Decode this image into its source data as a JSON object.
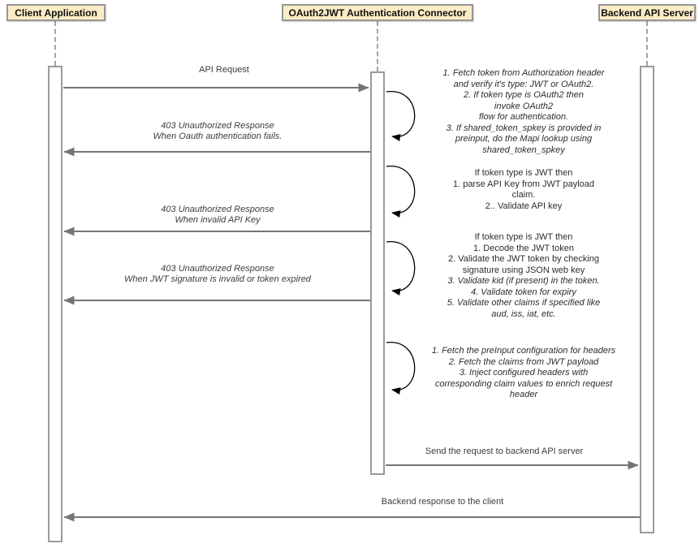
{
  "actors": [
    {
      "name": "Client Application"
    },
    {
      "name": "OAuth2JWT Authentication Connector"
    },
    {
      "name": "Backend API Server"
    }
  ],
  "messages": [
    {
      "label": "API Request"
    },
    {
      "line1": "403 Unauthorized Response",
      "line2": "When Oauth authentication fails."
    },
    {
      "line1": "403 Unauthorized Response",
      "line2": "When invalid API Key"
    },
    {
      "line1": "403 Unauthorized Response",
      "line2": "When JWT signature is invalid or token expired"
    },
    {
      "label": "Send the request to backend API server"
    },
    {
      "label": "Backend response to the client"
    }
  ],
  "notes": [
    {
      "lines": [
        "1. Fetch token from Authorization header",
        "and verify it's type: JWT or OAuth2.",
        "2. If token type is OAuth2 then",
        "invoke OAuth2",
        "flow for authentication.",
        "3. If shared_token_spkey is provided in",
        "preinput, do the Mapi lookup using",
        "shared_token_spkey"
      ]
    },
    {
      "lines": [
        "If token type is JWT then",
        "1. parse API Key from JWT payload",
        "claim.",
        "2.. Validate API key"
      ]
    },
    {
      "lines": [
        "If token type is JWT then",
        "1. Decode the JWT token",
        "2. Validate the JWT token by checking",
        "signature using JSON web key",
        "3. Validate kid (if present) in the token.",
        "4. Validate token for expiry",
        "5. Validate other claims if specified like",
        "aud, iss, iat, etc."
      ]
    },
    {
      "lines": [
        "1. Fetch the preInput configuration for headers",
        "2. Fetch the claims from JWT payload",
        "3. Inject configured headers with",
        "corresponding claim values to enrich request",
        "header"
      ]
    }
  ],
  "colors": {
    "actor_fill": "#faecc5",
    "actor_border": "#969696",
    "arrow": "#757575",
    "loop_arrow": "#000000"
  }
}
